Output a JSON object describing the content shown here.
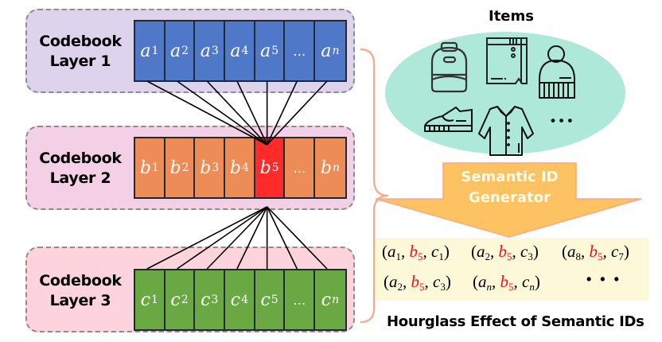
{
  "layers": [
    {
      "label_line1": "Codebook",
      "label_line2": "Layer 1",
      "background": "#ddd3ec",
      "cell_color": "#4f79c8",
      "cells": [
        {
          "base": "a",
          "sub": "1"
        },
        {
          "base": "a",
          "sub": "2"
        },
        {
          "base": "a",
          "sub": "3"
        },
        {
          "base": "a",
          "sub": "4"
        },
        {
          "base": "a",
          "sub": "5"
        },
        {
          "base": "…",
          "sub": ""
        },
        {
          "base": "a",
          "sub": "n"
        }
      ]
    },
    {
      "label_line1": "Codebook",
      "label_line2": "Layer 2",
      "background": "#f3d0e6",
      "cell_color": "#ee8c57",
      "highlight_color": "#ff2b2b",
      "highlight_index": 4,
      "cells": [
        {
          "base": "b",
          "sub": "1"
        },
        {
          "base": "b",
          "sub": "2"
        },
        {
          "base": "b",
          "sub": "3"
        },
        {
          "base": "b",
          "sub": "4"
        },
        {
          "base": "b",
          "sub": "5"
        },
        {
          "base": "…",
          "sub": ""
        },
        {
          "base": "b",
          "sub": "n"
        }
      ]
    },
    {
      "label_line1": "Codebook",
      "label_line2": "Layer 3",
      "background": "#fdd3de",
      "cell_color": "#6aa844",
      "cells": [
        {
          "base": "c",
          "sub": "1"
        },
        {
          "base": "c",
          "sub": "2"
        },
        {
          "base": "c",
          "sub": "3"
        },
        {
          "base": "c",
          "sub": "4"
        },
        {
          "base": "c",
          "sub": "5"
        },
        {
          "base": "…",
          "sub": ""
        },
        {
          "base": "c",
          "sub": "n"
        }
      ]
    }
  ],
  "items": {
    "title": "Items",
    "ellipse_color": "#ade8d9",
    "icons": [
      "backpack-icon",
      "shorts-icon",
      "beanie-hat-icon",
      "sneaker-icon",
      "shirt-icon"
    ],
    "more": "• • •"
  },
  "generator": {
    "line1": "Semantic ID",
    "line2": "Generator",
    "color": "#fdc363"
  },
  "semantic_ids": {
    "row1": [
      {
        "a": "1",
        "b": "5",
        "c": "1"
      },
      {
        "a": "2",
        "b": "5",
        "c": "3"
      },
      {
        "a": "8",
        "b": "5",
        "c": "7"
      }
    ],
    "row2": [
      {
        "a": "2",
        "b": "5",
        "c": "3"
      },
      {
        "a": "n",
        "b": "5",
        "c": "n"
      }
    ],
    "more": "• • •"
  },
  "caption": "Hourglass Effect of Semantic IDs"
}
